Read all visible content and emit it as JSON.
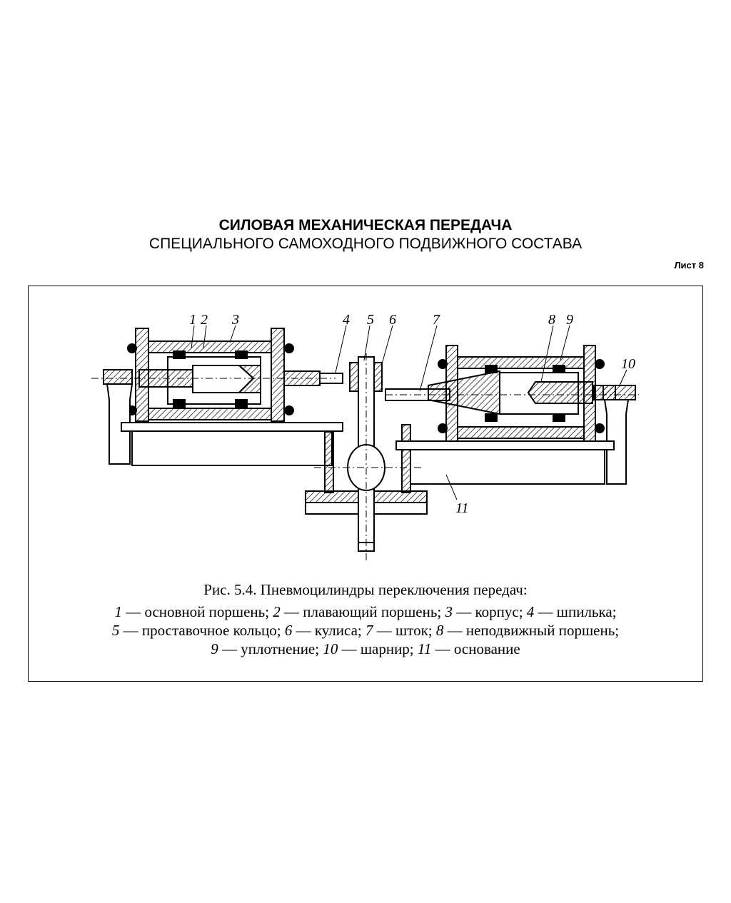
{
  "header": {
    "title": "СИЛОВАЯ МЕХАНИЧЕСКАЯ ПЕРЕДАЧА",
    "subtitle": "СПЕЦИАЛЬНОГО САМОХОДНОГО ПОДВИЖНОГО СОСТАВА",
    "sheet": "Лист 8"
  },
  "figure": {
    "labels": [
      "1",
      "2",
      "3",
      "4",
      "5",
      "6",
      "7",
      "8",
      "9",
      "10",
      "11"
    ],
    "caption_title": "Рис. 5.4. Пневмоцилиндры переключения передач:",
    "legend": [
      {
        "num": "1",
        "text": " — основной поршень; "
      },
      {
        "num": "2",
        "text": " — плавающий поршень; "
      },
      {
        "num": "3",
        "text": " — корпус; "
      },
      {
        "num": "4",
        "text": " — шпилька;"
      },
      {
        "num": "5",
        "text": " — проставочное кольцо; "
      },
      {
        "num": "6",
        "text": " — кулиса; "
      },
      {
        "num": "7",
        "text": " — шток; "
      },
      {
        "num": "8",
        "text": " — неподвижный поршень;"
      },
      {
        "num": "9",
        "text": " — уплотнение; "
      },
      {
        "num": "10",
        "text": " — шарнир; "
      },
      {
        "num": "11",
        "text": " — основание"
      }
    ]
  }
}
